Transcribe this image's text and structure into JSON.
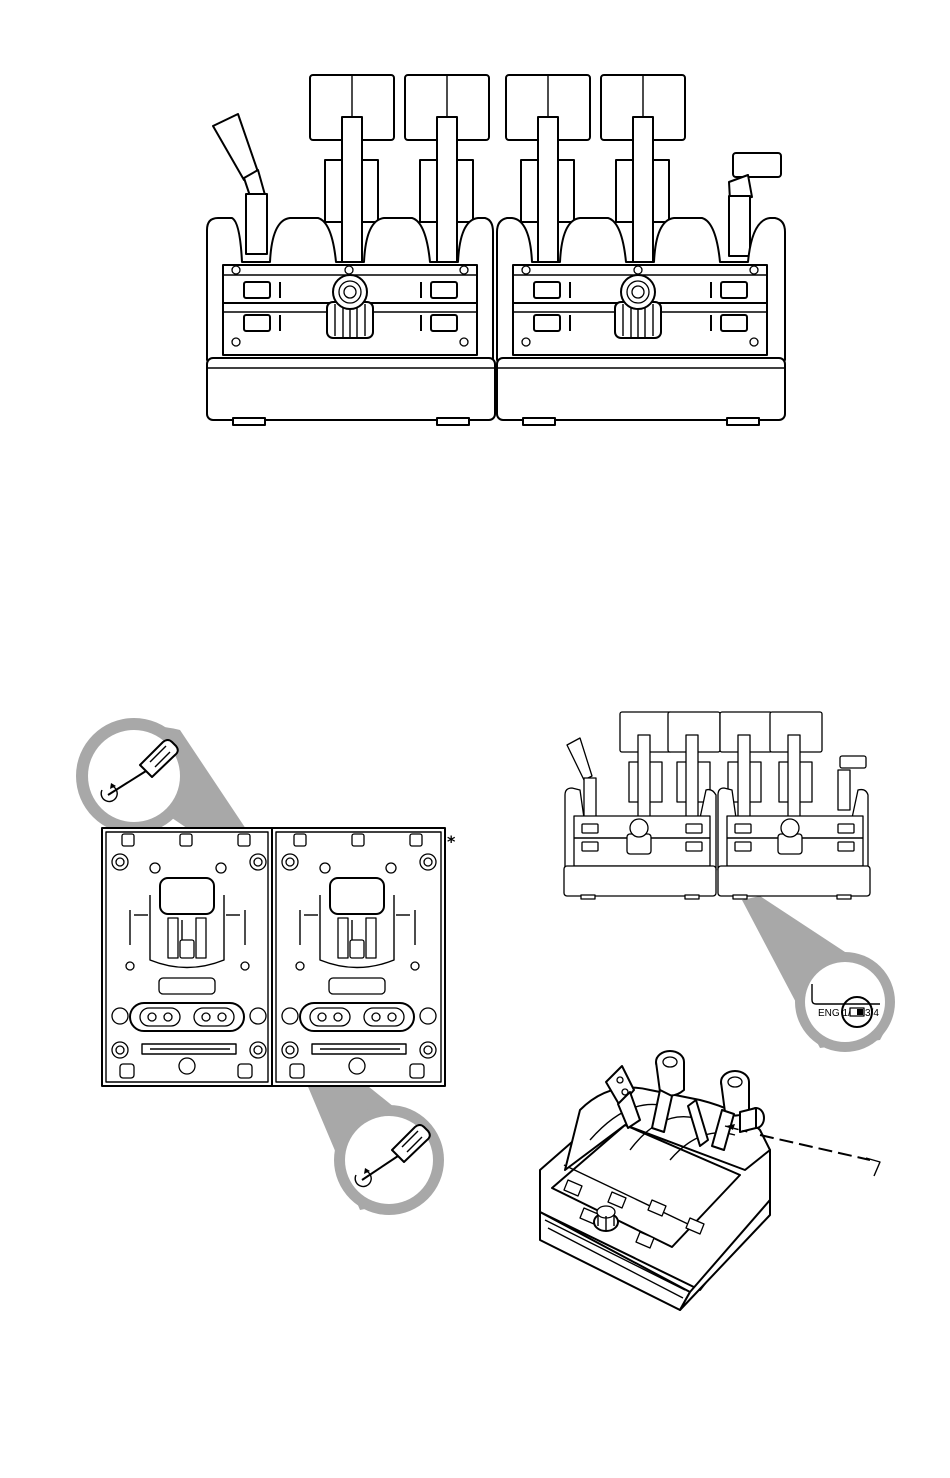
{
  "figure1": {
    "description_ref": "dual-throttle-front"
  },
  "figure2": {
    "asterisk": "*"
  },
  "figure3": {
    "switch_label_left": "ENG 1/2",
    "switch_label_right": "3/4"
  },
  "figure4": {}
}
